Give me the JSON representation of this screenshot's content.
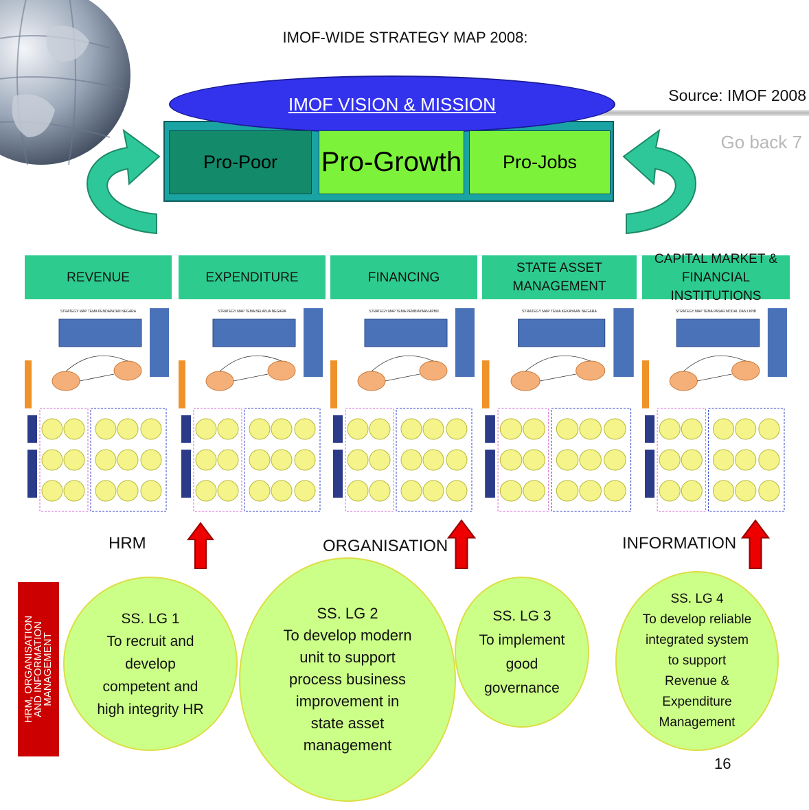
{
  "slide": {
    "title": "IMOF-WIDE STRATEGY MAP 2008:",
    "source": "Source: IMOF 2008",
    "go_back": "Go back 7",
    "page_number": "16"
  },
  "vision": {
    "label": "IMOF  VISION & MISSION"
  },
  "pillars": [
    {
      "label": "Pro-Poor"
    },
    {
      "label": "Pro-Growth"
    },
    {
      "label": "Pro-Jobs"
    }
  ],
  "sections": [
    {
      "label": "REVENUE",
      "map_title": "STRATEGY MAP TEMA PENDAPATAN NEGARA"
    },
    {
      "label": "EXPENDITURE",
      "map_title": "STRATEGY MAP TEMA BELANJA NEGARA"
    },
    {
      "label": "FINANCING",
      "map_title": "STRATEGY MAP TEMA PEMBIAYAAN APBN"
    },
    {
      "label": "STATE ASSET MANAGEMENT",
      "map_title": "STRATEGY MAP TEMA KEKAYAAN NEGARA"
    },
    {
      "label": "CAPITAL MARKET & FINANCIAL INSTITUTIONS",
      "map_title": "STRATEGY MAP TEMA PASAR MODAL DAN LKNB"
    }
  ],
  "enablers": {
    "hrm": "HRM",
    "organisation": "ORGANISATION",
    "information": "INFORMATION",
    "side_label": "HRM, ORGANISATION\nAND INFORMATION\nMANAGEMENT"
  },
  "goals": [
    {
      "text": "SS. LG 1\nTo recruit and\ndevelop\ncompetent and\nhigh integrity HR"
    },
    {
      "text": "SS. LG 2\nTo develop modern\nunit to support\nprocess business\nimprovement in\nstate asset\nmanagement"
    },
    {
      "text": "SS. LG 3\nTo implement\ngood\ngovernance"
    },
    {
      "text": "SS. LG 4\nTo develop reliable\nintegrated system\nto support\nRevenue  &\nExpenditure\nManagement"
    }
  ],
  "colors": {
    "vision": "#3333ee",
    "pillar_dark": "#138a6a",
    "pillar_light": "#7df23a",
    "section_head": "#2dcc8e",
    "curved_arrow": "#2ec79a",
    "red_arrow": "#ee0000",
    "goal_circle": "#ccff88",
    "side_box": "#cc0000"
  },
  "icons": [
    "globe-icon",
    "curved-arrow-icon",
    "up-arrow-icon"
  ]
}
